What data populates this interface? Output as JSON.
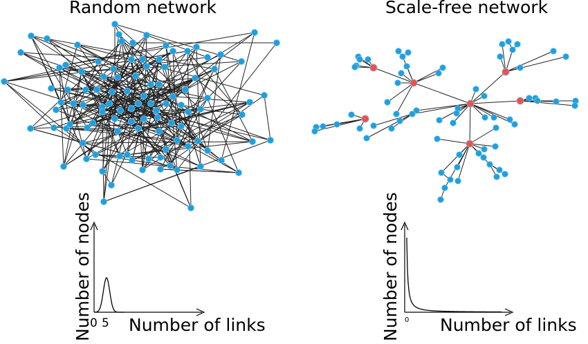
{
  "left_panel": {
    "title": "Random network",
    "xlabel": "Number of links",
    "ylabel": "Number of nodes",
    "ticks": [
      "0",
      "5"
    ]
  },
  "right_panel": {
    "title": "Scale-free network",
    "xlabel": "Number of links",
    "ylabel": "Number of nodes",
    "ticks": [
      "0"
    ]
  },
  "colors": {
    "node": "#1f9fdf",
    "hub": "#f0504a",
    "edge": "#222222",
    "axis": "#000000"
  }
}
